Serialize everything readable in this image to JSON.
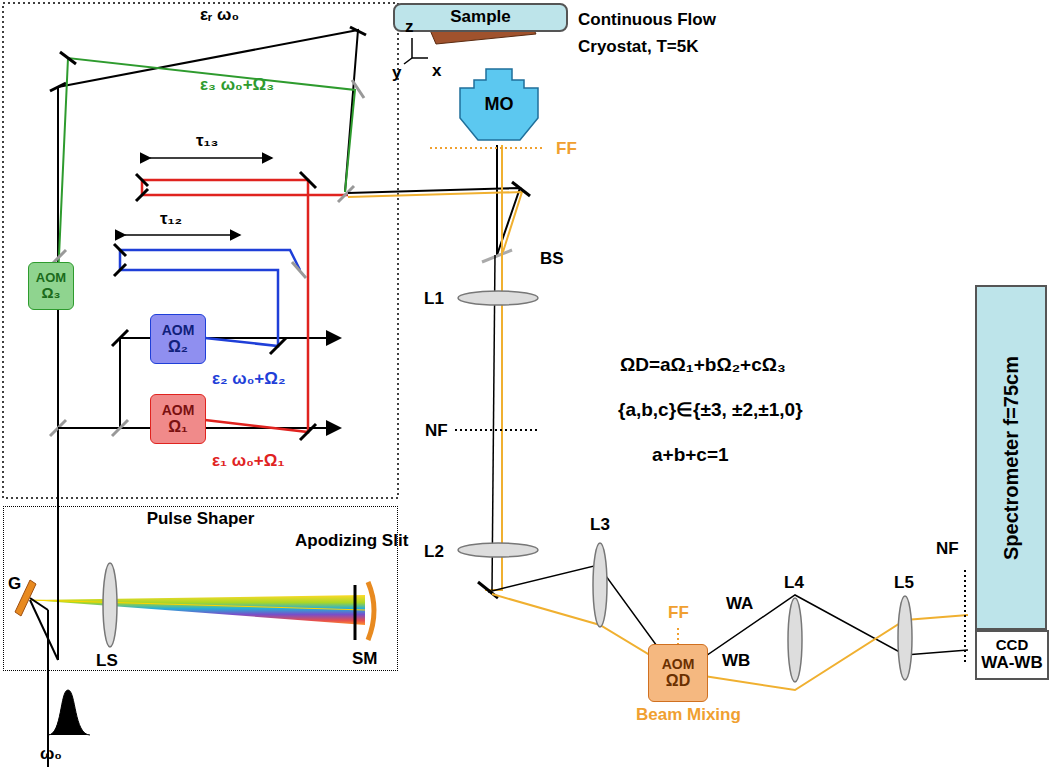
{
  "diagram": {
    "nodes": [
      {
        "text": [
          "Sample"
        ]
      },
      {
        "text": [
          "MO"
        ]
      },
      {
        "text": [
          "Pulse Shaper"
        ]
      },
      {
        "text": [
          "AOM",
          "Ω₃"
        ]
      },
      {
        "text": [
          "AOM",
          "Ω₂"
        ]
      },
      {
        "text": [
          "AOM",
          "Ω₁"
        ]
      },
      {
        "text": [
          "AOM",
          "ΩD"
        ]
      },
      {
        "text": [
          "Spectrometer  f=75cm"
        ]
      },
      {
        "text": [
          "CCD",
          "WA-WB"
        ]
      }
    ],
    "labels": [
      "εᵣ  ω₀",
      "ε₃  ω₀+Ω₃",
      "τ₁₃",
      "τ₁₂",
      "ε₂  ω₀+Ω₂",
      "ε₁  ω₀+Ω₁",
      "ω₀",
      "z",
      "y",
      "x",
      "Continuous Flow Cryostat, T=5K",
      "FF",
      "BS",
      "L1",
      "NF",
      "L2",
      "L3",
      "FF",
      "WA",
      "WB",
      "L4",
      "L5",
      "NF",
      "Beam Mixing",
      "ΩD=aΩ₁+bΩ₂+cΩ₃",
      "{a,b,c}∈{±3, ±2,±1,0}",
      "a+b+c=1",
      "G",
      "LS",
      "Apodizing Slit",
      "SM"
    ]
  }
}
